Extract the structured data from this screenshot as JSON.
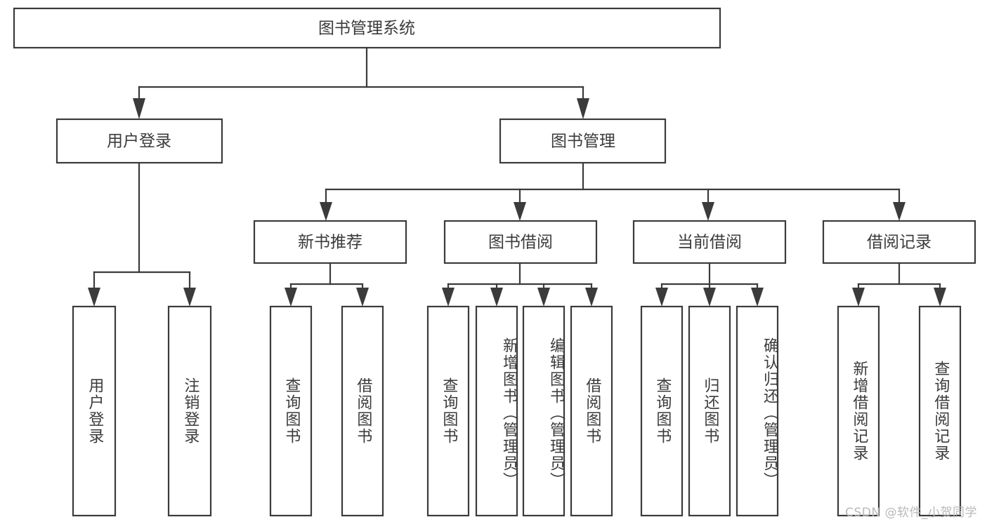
{
  "diagram": {
    "title": "图书管理系统",
    "type": "tree-hierarchy",
    "orientation": "top-down",
    "colors": {
      "stroke": "#3b3b3b",
      "fill": "#ffffff",
      "text": "#3b3b3b",
      "watermark": "#b9b9b9"
    },
    "root": {
      "label": "图书管理系统"
    },
    "level2": [
      {
        "label": "用户登录"
      },
      {
        "label": "图书管理"
      }
    ],
    "level3": [
      {
        "label": "新书推荐"
      },
      {
        "label": "图书借阅"
      },
      {
        "label": "当前借阅"
      },
      {
        "label": "借阅记录"
      }
    ],
    "leaves": {
      "user_login": [
        {
          "label": "用户登录"
        },
        {
          "label": "注销登录"
        }
      ],
      "new_book_recommend": [
        {
          "label": "查询图书"
        },
        {
          "label": "借阅图书"
        }
      ],
      "book_borrow": [
        {
          "label": "查询图书"
        },
        {
          "label": "新增图书（管理员）"
        },
        {
          "label": "编辑图书（管理员）"
        },
        {
          "label": "借阅图书"
        }
      ],
      "current_borrow": [
        {
          "label": "查询图书"
        },
        {
          "label": "归还图书"
        },
        {
          "label": "确认归还（管理员）"
        }
      ],
      "borrow_record": [
        {
          "label": "新增借阅记录"
        },
        {
          "label": "查询借阅记录"
        }
      ]
    }
  },
  "watermark": {
    "text": "CSDN @软件_小贺同学"
  }
}
